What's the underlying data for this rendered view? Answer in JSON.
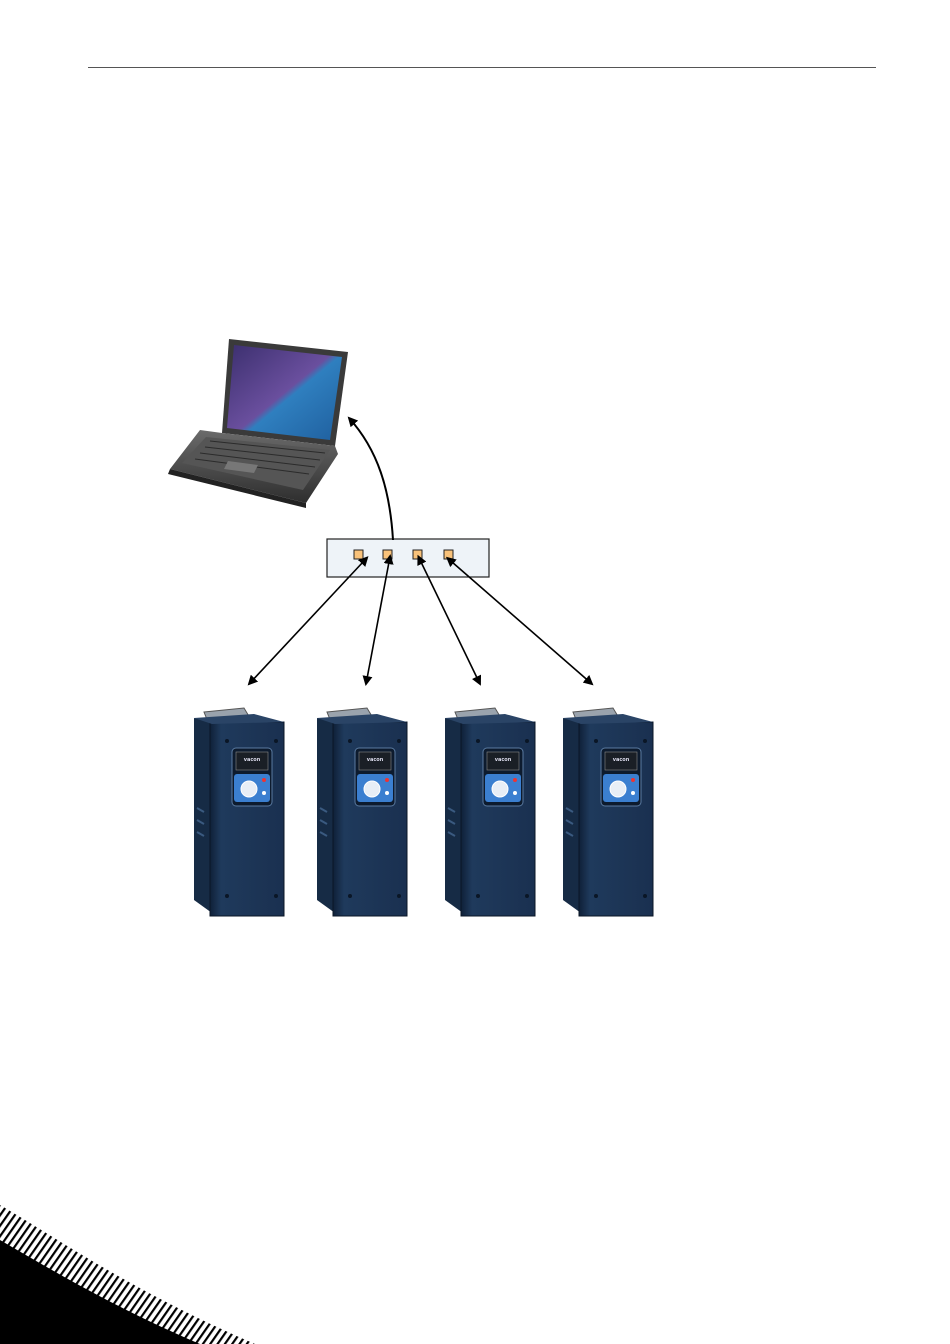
{
  "diagram": {
    "laptop": {
      "icon": "laptop-icon"
    },
    "switch": {
      "icon": "network-switch-icon",
      "port_count": 4,
      "port_color": "#f9c27a"
    },
    "drives": [
      {
        "icon": "frequency-converter-icon",
        "brand": "vacon"
      },
      {
        "icon": "frequency-converter-icon",
        "brand": "vacon"
      },
      {
        "icon": "frequency-converter-icon",
        "brand": "vacon"
      },
      {
        "icon": "frequency-converter-icon",
        "brand": "vacon"
      }
    ],
    "colors": {
      "drive_body": "#1f3a5c",
      "drive_side": "#162b45",
      "keypad_blue": "#3b7fd0",
      "laptop_body": "#4a4a4a",
      "screen_purple": "#6a4f9e",
      "screen_blue": "#2f7fbf"
    }
  },
  "footer": {
    "decoration": "diagonal-stripes-corner"
  }
}
